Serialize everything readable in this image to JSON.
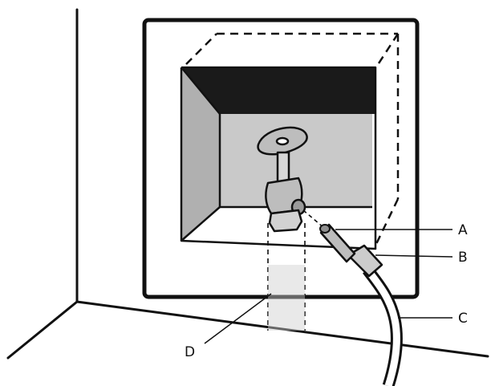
{
  "diagram": {
    "callouts": [
      {
        "id": "A",
        "label": "A"
      },
      {
        "id": "B",
        "label": "B"
      },
      {
        "id": "C",
        "label": "C"
      },
      {
        "id": "D",
        "label": "D"
      }
    ]
  },
  "colors": {
    "ink": "#111111",
    "recess_gray": "#c9c9c9",
    "side_wall_gray": "#b0b0b0",
    "valve_gray": "#bdbdbd",
    "ceiling_black": "#1a1a1a"
  },
  "icons": {
    "valve": "shutoff-valve-icon",
    "hose": "water-hose-icon"
  }
}
